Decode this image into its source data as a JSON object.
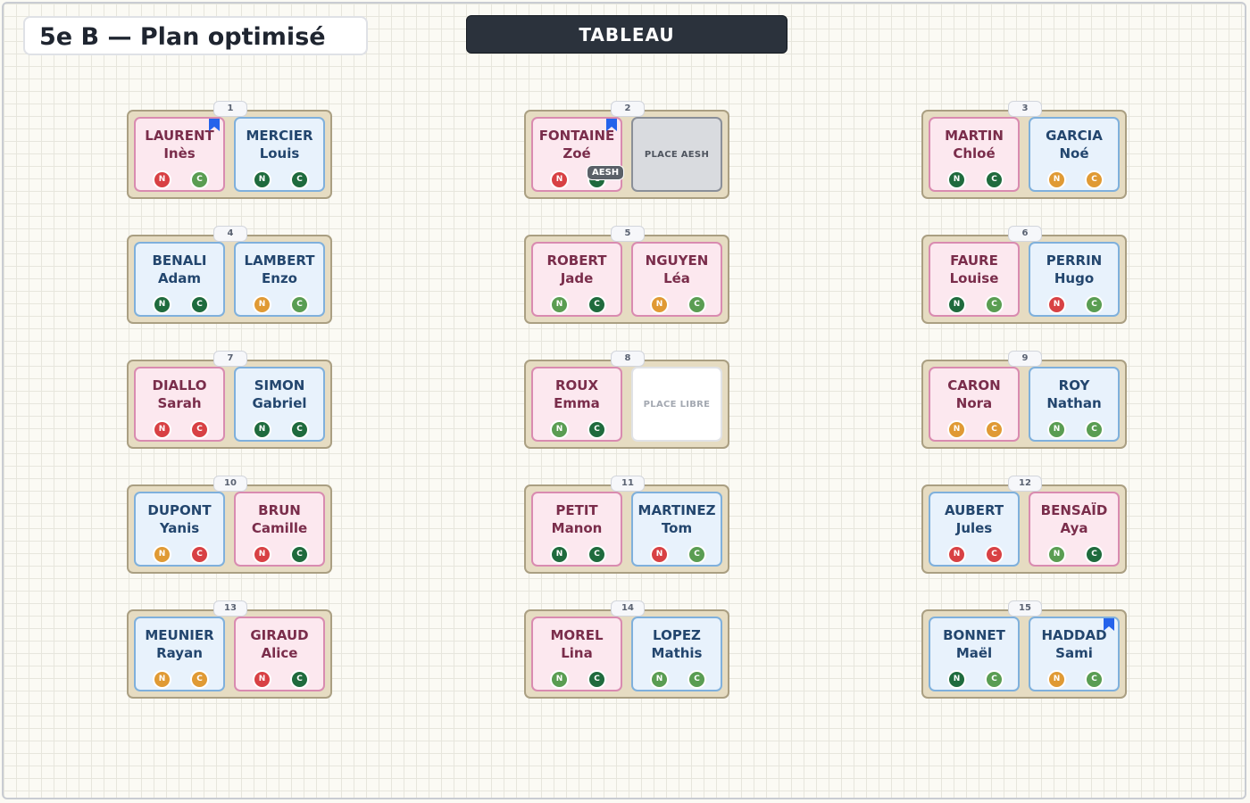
{
  "title": "5e B — Plan optimisé",
  "board_label": "TABLEAU",
  "colors": {
    "red": "#d84144",
    "green": "#5a9d52",
    "darkgreen": "#1f6b3d",
    "orange": "#e09a34"
  },
  "desks": [
    {
      "number": "1",
      "seats": [
        {
          "type": "pink",
          "last": "LAURENT",
          "first": "Inès",
          "n": "N",
          "n_color": "red",
          "c": "C",
          "c_color": "green",
          "flag": true
        },
        {
          "type": "blue",
          "last": "MERCIER",
          "first": "Louis",
          "n": "N",
          "n_color": "darkgreen",
          "c": "C",
          "c_color": "darkgreen"
        }
      ]
    },
    {
      "number": "2",
      "seats": [
        {
          "type": "pink",
          "last": "FONTAINE",
          "first": "Zoé",
          "n": "N",
          "n_color": "red",
          "c": "C",
          "c_color": "darkgreen",
          "flag": true,
          "badge": "AESH"
        },
        {
          "type": "aesh",
          "placeholder": "PLACE AESH"
        }
      ]
    },
    {
      "number": "3",
      "seats": [
        {
          "type": "pink",
          "last": "MARTIN",
          "first": "Chloé",
          "n": "N",
          "n_color": "darkgreen",
          "c": "C",
          "c_color": "darkgreen"
        },
        {
          "type": "blue",
          "last": "GARCIA",
          "first": "Noé",
          "n": "N",
          "n_color": "orange",
          "c": "C",
          "c_color": "orange"
        }
      ]
    },
    {
      "number": "4",
      "seats": [
        {
          "type": "blue",
          "last": "BENALI",
          "first": "Adam",
          "n": "N",
          "n_color": "darkgreen",
          "c": "C",
          "c_color": "darkgreen"
        },
        {
          "type": "blue",
          "last": "LAMBERT",
          "first": "Enzo",
          "n": "N",
          "n_color": "orange",
          "c": "C",
          "c_color": "green"
        }
      ]
    },
    {
      "number": "5",
      "seats": [
        {
          "type": "pink",
          "last": "ROBERT",
          "first": "Jade",
          "n": "N",
          "n_color": "green",
          "c": "C",
          "c_color": "darkgreen"
        },
        {
          "type": "pink",
          "last": "NGUYEN",
          "first": "Léa",
          "n": "N",
          "n_color": "orange",
          "c": "C",
          "c_color": "green"
        }
      ]
    },
    {
      "number": "6",
      "seats": [
        {
          "type": "pink",
          "last": "FAURE",
          "first": "Louise",
          "n": "N",
          "n_color": "darkgreen",
          "c": "C",
          "c_color": "green"
        },
        {
          "type": "blue",
          "last": "PERRIN",
          "first": "Hugo",
          "n": "N",
          "n_color": "red",
          "c": "C",
          "c_color": "green"
        }
      ]
    },
    {
      "number": "7",
      "seats": [
        {
          "type": "pink",
          "last": "DIALLO",
          "first": "Sarah",
          "n": "N",
          "n_color": "red",
          "c": "C",
          "c_color": "red"
        },
        {
          "type": "blue",
          "last": "SIMON",
          "first": "Gabriel",
          "n": "N",
          "n_color": "darkgreen",
          "c": "C",
          "c_color": "darkgreen"
        }
      ]
    },
    {
      "number": "8",
      "seats": [
        {
          "type": "pink",
          "last": "ROUX",
          "first": "Emma",
          "n": "N",
          "n_color": "green",
          "c": "C",
          "c_color": "darkgreen"
        },
        {
          "type": "free",
          "placeholder": "PLACE LIBRE"
        }
      ]
    },
    {
      "number": "9",
      "seats": [
        {
          "type": "pink",
          "last": "CARON",
          "first": "Nora",
          "n": "N",
          "n_color": "orange",
          "c": "C",
          "c_color": "orange"
        },
        {
          "type": "blue",
          "last": "ROY",
          "first": "Nathan",
          "n": "N",
          "n_color": "green",
          "c": "C",
          "c_color": "green"
        }
      ]
    },
    {
      "number": "10",
      "seats": [
        {
          "type": "blue",
          "last": "DUPONT",
          "first": "Yanis",
          "n": "N",
          "n_color": "orange",
          "c": "C",
          "c_color": "red"
        },
        {
          "type": "pink",
          "last": "BRUN",
          "first": "Camille",
          "n": "N",
          "n_color": "red",
          "c": "C",
          "c_color": "darkgreen"
        }
      ]
    },
    {
      "number": "11",
      "seats": [
        {
          "type": "pink",
          "last": "PETIT",
          "first": "Manon",
          "n": "N",
          "n_color": "darkgreen",
          "c": "C",
          "c_color": "darkgreen"
        },
        {
          "type": "blue",
          "last": "MARTINEZ",
          "first": "Tom",
          "n": "N",
          "n_color": "red",
          "c": "C",
          "c_color": "green"
        }
      ]
    },
    {
      "number": "12",
      "seats": [
        {
          "type": "blue",
          "last": "AUBERT",
          "first": "Jules",
          "n": "N",
          "n_color": "red",
          "c": "C",
          "c_color": "red"
        },
        {
          "type": "pink",
          "last": "BENSAÏD",
          "first": "Aya",
          "n": "N",
          "n_color": "green",
          "c": "C",
          "c_color": "darkgreen"
        }
      ]
    },
    {
      "number": "13",
      "seats": [
        {
          "type": "blue",
          "last": "MEUNIER",
          "first": "Rayan",
          "n": "N",
          "n_color": "orange",
          "c": "C",
          "c_color": "orange"
        },
        {
          "type": "pink",
          "last": "GIRAUD",
          "first": "Alice",
          "n": "N",
          "n_color": "red",
          "c": "C",
          "c_color": "darkgreen"
        }
      ]
    },
    {
      "number": "14",
      "seats": [
        {
          "type": "pink",
          "last": "MOREL",
          "first": "Lina",
          "n": "N",
          "n_color": "green",
          "c": "C",
          "c_color": "darkgreen"
        },
        {
          "type": "blue",
          "last": "LOPEZ",
          "first": "Mathis",
          "n": "N",
          "n_color": "green",
          "c": "C",
          "c_color": "green"
        }
      ]
    },
    {
      "number": "15",
      "seats": [
        {
          "type": "blue",
          "last": "BONNET",
          "first": "Maël",
          "n": "N",
          "n_color": "darkgreen",
          "c": "C",
          "c_color": "green"
        },
        {
          "type": "blue",
          "last": "HADDAD",
          "first": "Sami",
          "n": "N",
          "n_color": "orange",
          "c": "C",
          "c_color": "green",
          "flag": true
        }
      ]
    }
  ]
}
